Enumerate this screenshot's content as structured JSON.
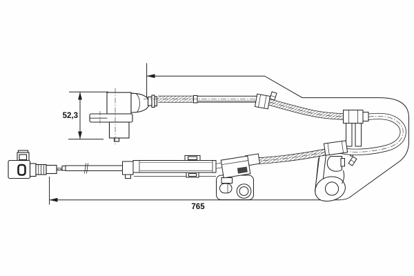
{
  "drawing": {
    "kind": "technical-drawing-abs-wheel-speed-sensor",
    "dimensions": {
      "sensor_height_label": "52,3",
      "cable_length_label": "765"
    },
    "colors": {
      "background": "#fefefe",
      "line": "#1f1f1f",
      "centerline": "#3a3a3a"
    }
  }
}
